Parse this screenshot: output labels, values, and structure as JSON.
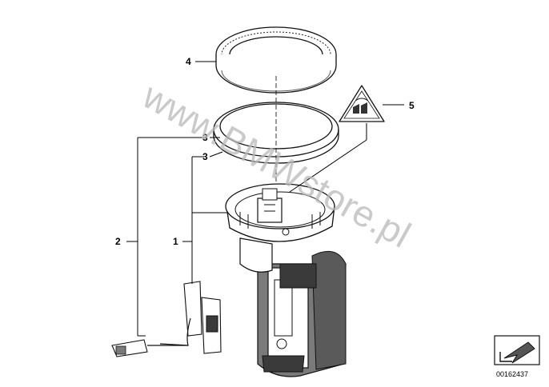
{
  "callouts": {
    "c1": "1",
    "c2": "2",
    "c3a": "3",
    "c3b": "3",
    "c4": "4",
    "c5": "5"
  },
  "watermark": "www.BMWstore.pl",
  "image_number": "00162437",
  "colors": {
    "line": "#000000",
    "part_fill": "#ffffff",
    "shade": "#7a7a7a",
    "dark": "#3a3a3a",
    "watermark": "#b9b9b9"
  },
  "icons": {
    "symbol": "fuel-vapour-warning-icon",
    "corner": "arrow-down-left-icon"
  }
}
